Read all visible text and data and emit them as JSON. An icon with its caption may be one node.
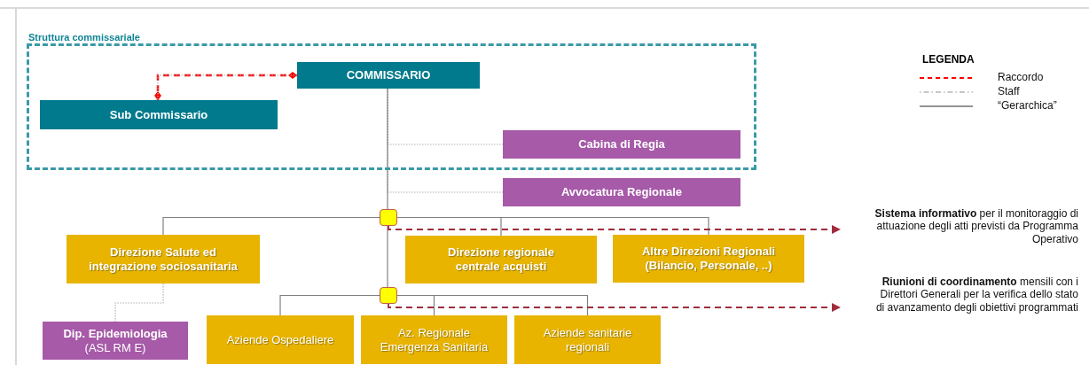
{
  "diagram": {
    "nodes": [
      {
        "text": [
          "Struttura commissariale"
        ]
      },
      {
        "text": [
          "COMMISSARIO"
        ],
        "in": 0
      },
      {
        "text": [
          "Sub Commissario"
        ],
        "in": 0
      },
      {
        "text": [
          "Cabina di Regia"
        ],
        "in": 0
      },
      {
        "text": [
          "Avvocatura Regionale"
        ]
      },
      {
        "text": [],
        "shape": "box"
      },
      {
        "text": [
          "Direzione Salute ed integrazione sociosanitaria"
        ]
      },
      {
        "text": [
          "Direzione regionale centrale acquisti"
        ]
      },
      {
        "text": [
          "Altre Direzioni Regionali (Bilancio, Personale, ..)"
        ]
      },
      {
        "text": [],
        "shape": "box"
      },
      {
        "text": [
          "Dip. Epidemiologia",
          "(ASL RM E)"
        ]
      },
      {
        "text": [
          "Aziende Ospedaliere"
        ]
      },
      {
        "text": [
          "Az. Regionale Emergenza Sanitaria"
        ]
      },
      {
        "text": [
          "Aziende sanitarie regionali"
        ]
      },
      {
        "text": [
          "**Sistema informativo** per il monitoraggio di attuazione degli atti previsti da Programma Operativo"
        ]
      },
      {
        "text": [
          "**Riunioni di coordinamento** mensili con i Direttori Generali per la verifica dello stato di avanzamento degli obiettivi programmati"
        ]
      }
    ],
    "edges": [
      {
        "from": 1,
        "to": 2,
        "arrow": "other",
        "style": "dashed",
        "color": "#ff0000"
      },
      {
        "from": 1,
        "to": 2,
        "arrow": "none",
        "style": "dashed",
        "color": "#b0b0b0"
      },
      {
        "from": 1,
        "to": 3,
        "arrow": "none",
        "style": "dashed",
        "color": "#b0b0b0"
      },
      {
        "from": 1,
        "to": 4,
        "arrow": "none",
        "style": "dashed",
        "color": "#b0b0b0"
      },
      {
        "from": 1,
        "to": 5,
        "arrow": "none"
      },
      {
        "from": 5,
        "to": 6,
        "arrow": "none"
      },
      {
        "from": 5,
        "to": 7,
        "arrow": "none"
      },
      {
        "from": 5,
        "to": 8,
        "arrow": "none"
      },
      {
        "from": 5,
        "to": 9,
        "arrow": "none"
      },
      {
        "from": 9,
        "to": 11,
        "arrow": "none"
      },
      {
        "from": 9,
        "to": 12,
        "arrow": "none"
      },
      {
        "from": 9,
        "to": 13,
        "arrow": "none"
      },
      {
        "from": 6,
        "to": 10,
        "arrow": "none",
        "style": "dashed",
        "color": "#b0b0b0"
      },
      {
        "from": 5,
        "to": 14,
        "arrow": "to",
        "style": "dashed",
        "color": "#a02c3c"
      },
      {
        "from": 9,
        "to": 15,
        "arrow": "to",
        "style": "dashed",
        "color": "#a02c3c"
      }
    ],
    "labels": [
      "LEGENDA"
    ],
    "legend": [
      {
        "text": "Raccordo"
      },
      {
        "text": "Staff"
      },
      {
        "text": "“Gerarchica”"
      }
    ]
  }
}
